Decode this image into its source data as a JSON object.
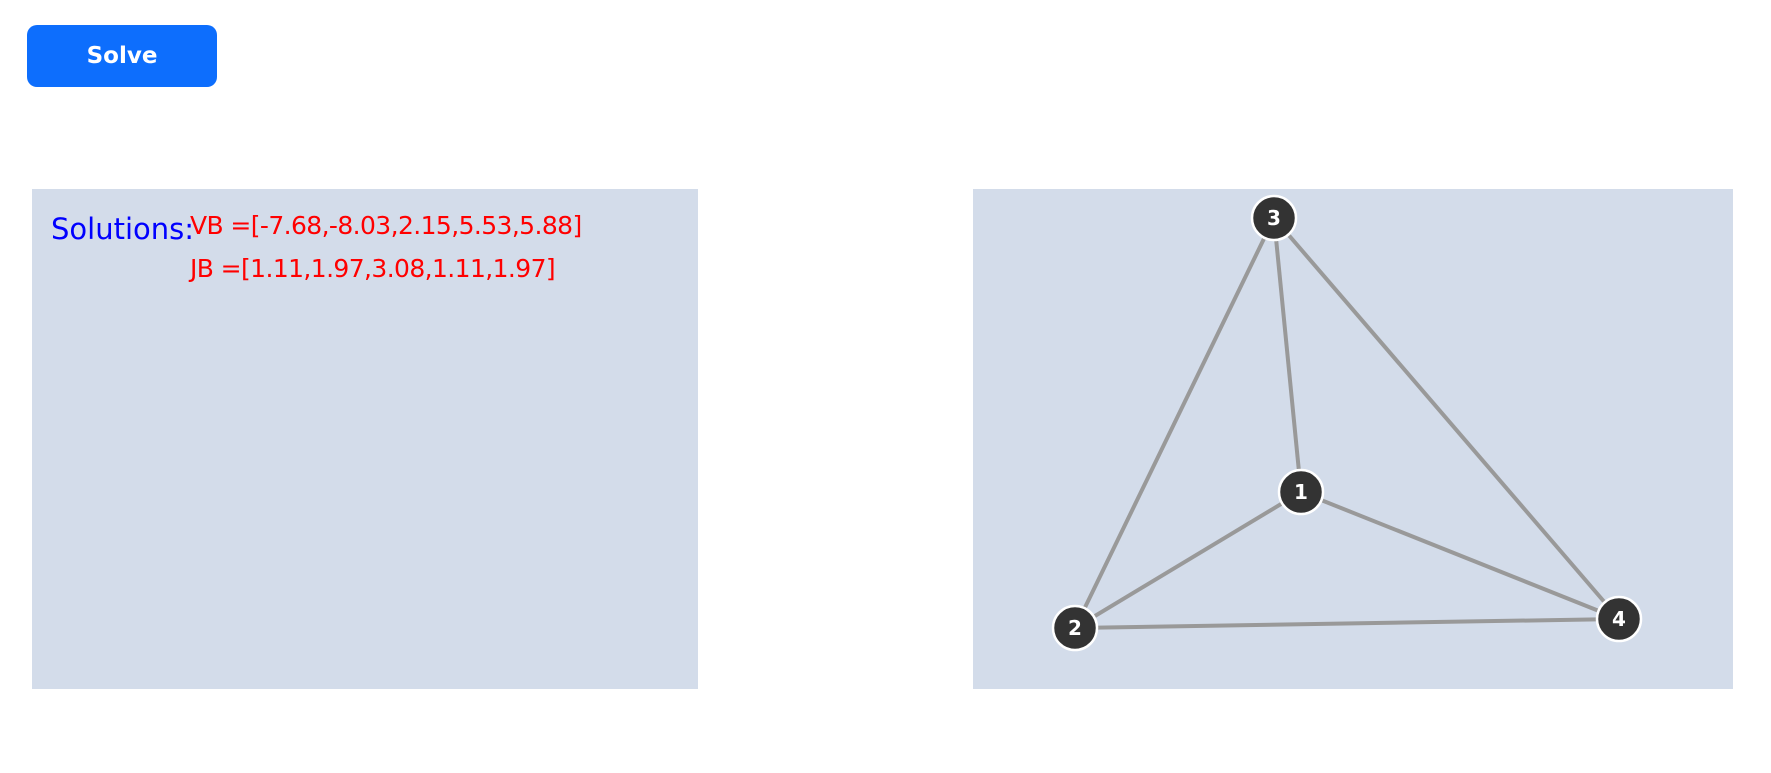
{
  "toolbar": {
    "solve_label": "Solve",
    "accent_color": "#0d6efd"
  },
  "solutions": {
    "label": "Solutions:",
    "vb_text": "VB =[-7.68,-8.03,2.15,5.53,5.88]",
    "jb_text": "JB =[1.11,1.97,3.08,1.11,1.97]",
    "label_color": "#0000ff",
    "value_color": "#ff0000",
    "panel_color": "#d3dcea"
  },
  "graph": {
    "nodes": [
      {
        "id": "1",
        "label": "1"
      },
      {
        "id": "2",
        "label": "2"
      },
      {
        "id": "3",
        "label": "3"
      },
      {
        "id": "4",
        "label": "4"
      }
    ],
    "edges": [
      {
        "from": "3",
        "to": "1"
      },
      {
        "from": "3",
        "to": "2"
      },
      {
        "from": "3",
        "to": "4"
      },
      {
        "from": "1",
        "to": "2"
      },
      {
        "from": "1",
        "to": "4"
      },
      {
        "from": "2",
        "to": "4"
      }
    ],
    "node_color": "#333333",
    "edge_color": "#999999"
  }
}
